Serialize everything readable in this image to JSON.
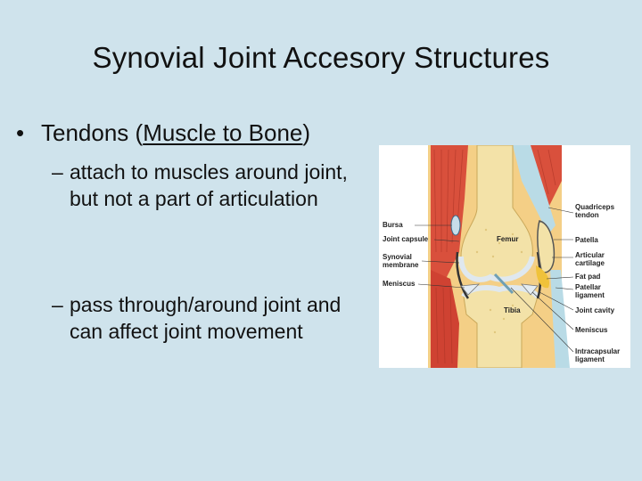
{
  "slide": {
    "title": "Synovial Joint Accesory Structures",
    "bullet": {
      "prefix": "Tendons (",
      "underlined": "Muscle to Bone",
      "suffix": ")"
    },
    "subpoints": [
      {
        "dash": "–",
        "text": "attach to muscles around joint, but not a part of articulation"
      },
      {
        "dash": "–",
        "text": "pass through/around joint and can affect joint movement"
      }
    ]
  },
  "figure": {
    "labels_left": [
      "Bursa",
      "Joint capsule",
      "Synovial",
      "membrane",
      "Meniscus"
    ],
    "labels_right": [
      "Quadriceps",
      "tendon",
      "Patella",
      "Articular",
      "cartilage",
      "Fat pad",
      "Patellar",
      "ligament",
      "Joint cavity",
      "Meniscus",
      "Intracapsular",
      "ligament"
    ],
    "labels_bone": [
      "Femur",
      "Tibia"
    ],
    "colors": {
      "muscle": "#d9503c",
      "bone": "#f3e2a8",
      "cartilage": "#dfe8ef",
      "tendon": "#b9dbe6",
      "fat": "#f0c23a"
    }
  }
}
